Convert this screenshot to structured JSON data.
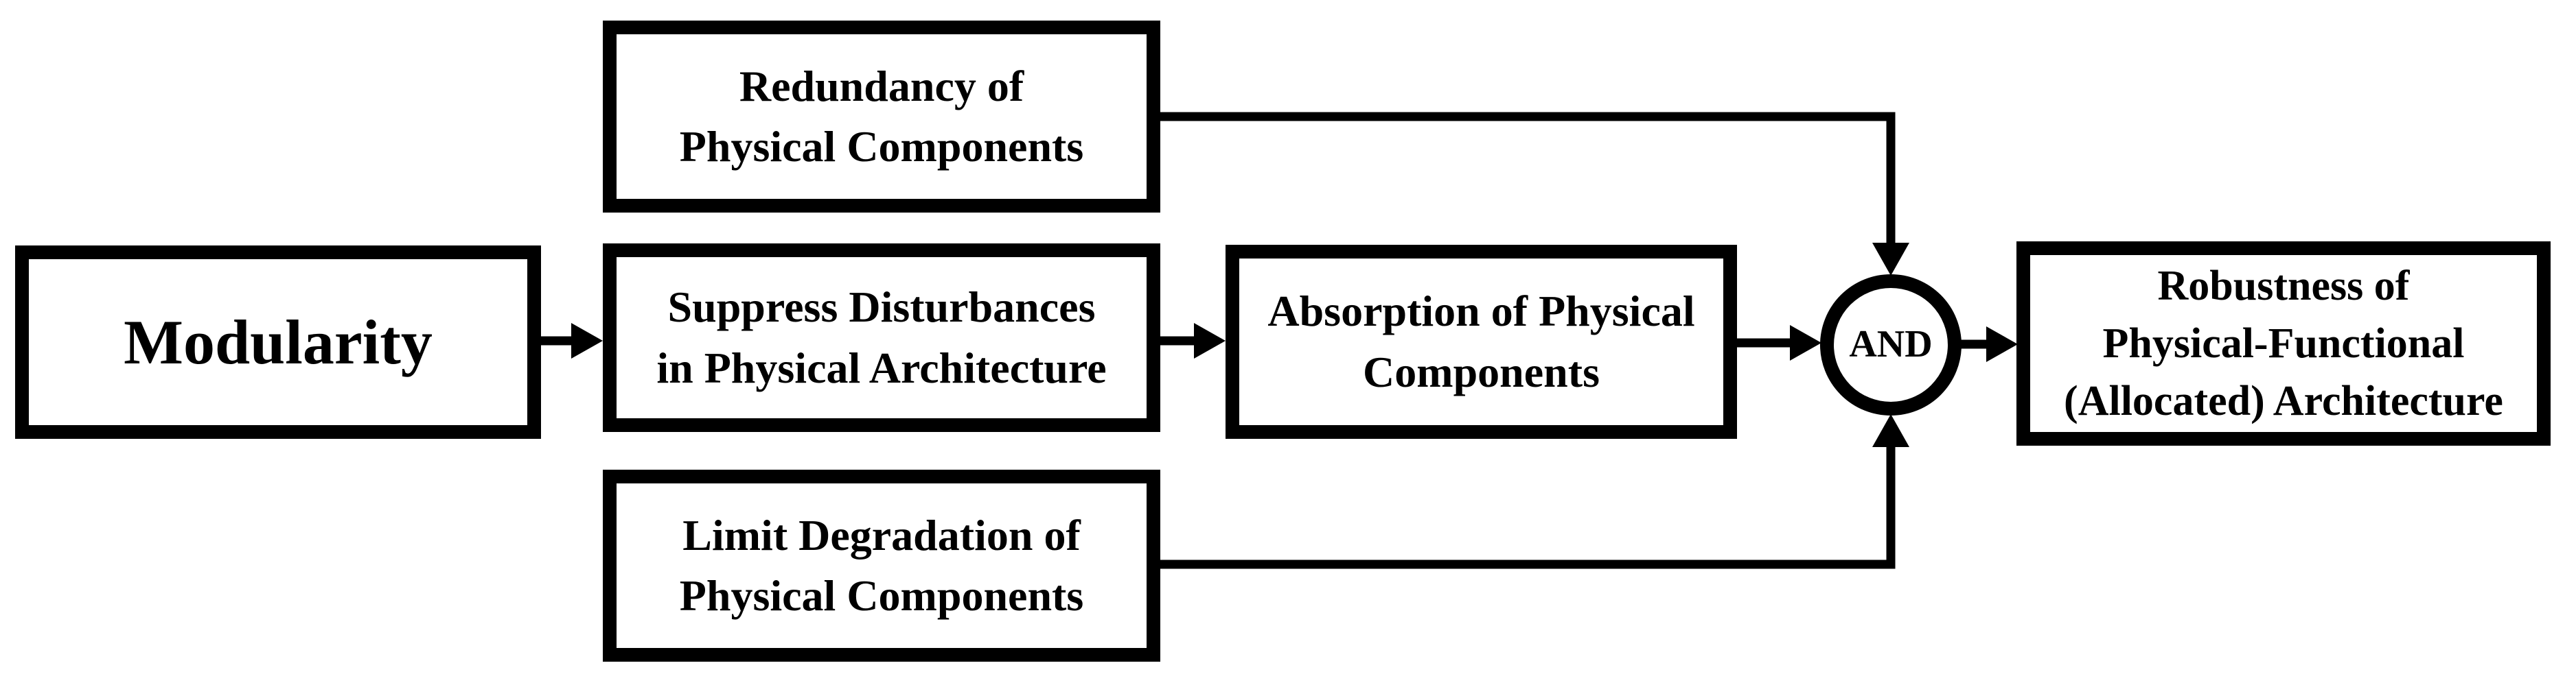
{
  "colors": {
    "ink": "#000000",
    "background": "#ffffff"
  },
  "nodes": {
    "modularity": {
      "label": "Modularity"
    },
    "redundancy": {
      "line1": "Redundancy of",
      "line2": "Physical Components"
    },
    "suppress": {
      "line1": "Suppress Disturbances",
      "line2": "in Physical Architecture"
    },
    "limit": {
      "line1": "Limit Degradation of",
      "line2": "Physical Components"
    },
    "absorption": {
      "line1": "Absorption of Physical",
      "line2": "Components"
    },
    "gate": {
      "label": "AND"
    },
    "robustness": {
      "line1": "Robustness of",
      "line2": "Physical-Functional",
      "line3": "(Allocated) Architecture"
    }
  },
  "edges": [
    {
      "from": "modularity",
      "to": "suppress"
    },
    {
      "from": "suppress",
      "to": "absorption"
    },
    {
      "from": "absorption",
      "to": "gate"
    },
    {
      "from": "redundancy",
      "to": "gate"
    },
    {
      "from": "limit",
      "to": "gate"
    },
    {
      "from": "gate",
      "to": "robustness"
    }
  ]
}
